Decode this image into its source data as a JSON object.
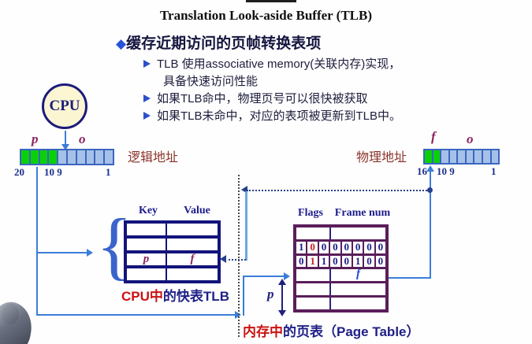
{
  "header": {
    "title": "Translation Look-aside Buffer (TLB)"
  },
  "bullets": {
    "diamond_marker": "◆",
    "main": "缓存近期访问的页帧转换表项",
    "sub1_line1": "TLB 使用associative memory(关联内存)实现，",
    "sub1_line2": "具备快速访问性能",
    "sub2": "如果TLB命中，物理页号可以很快被获取",
    "sub3": "如果TLB未命中，对应的表项被更新到TLB中。"
  },
  "cpu": {
    "label": "CPU"
  },
  "logical_address": {
    "label": "逻辑地址",
    "p_label": "p",
    "o_label": "o",
    "bits_high": "20",
    "bits_mid": "10 9",
    "bits_low": "1"
  },
  "physical_address": {
    "label": "物理地址",
    "f_label": "f",
    "o_label": "o",
    "bits_high": "16",
    "bits_mid": "10 9",
    "bits_low": "1"
  },
  "tlb": {
    "brace": "{",
    "header_key": "Key",
    "header_value": "Value",
    "row3_key": "p",
    "row3_value": "f",
    "caption_red": "CPU中",
    "caption_blue": "的快表TLB"
  },
  "page_table": {
    "header_flags": "Flags",
    "header_frame": "Frame num",
    "row2_bits": [
      "1",
      "0",
      "0",
      "0",
      "0",
      "0",
      "0",
      "0"
    ],
    "row3_bits": [
      "0",
      "1",
      "1",
      "0",
      "0",
      "1",
      "0",
      "0"
    ],
    "row4_value": "f",
    "index_label": "p",
    "caption_red": "内存中",
    "caption_blue": "的页表（Page Table）"
  },
  "colors": {
    "accent_blue": "#3b7dd8",
    "navy": "#1c1c8c",
    "table_navy_border": "#13137c",
    "page_table_border": "#5a1e5a",
    "highlight_red": "#cc1111",
    "green_cell": "#0ad00a",
    "blue_cell": "#a6c1e8",
    "cpu_fill": "#fbf5d2"
  }
}
